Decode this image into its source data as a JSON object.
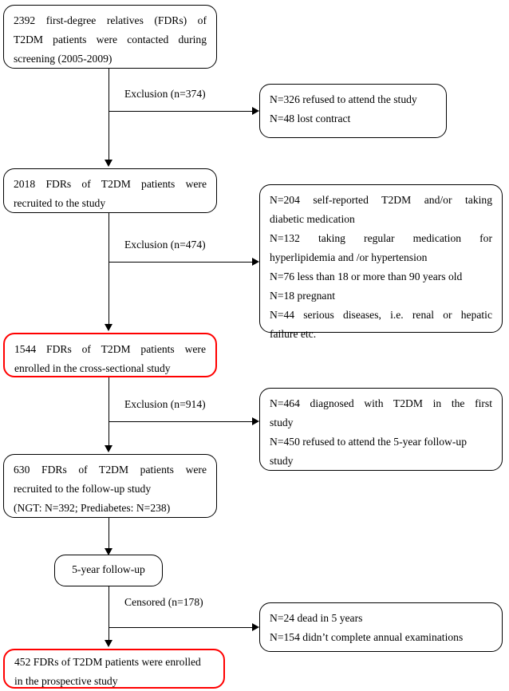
{
  "diagram": {
    "type": "participant-flow-chart",
    "colors": {
      "stroke": "#000000",
      "highlight": "#ff0000",
      "background": "#ffffff"
    },
    "nodes": {
      "screened": {
        "lines": [
          "2392 first-degree relatives (FDRs) of",
          "T2DM patients were contacted during",
          "screening (2005-2009)"
        ],
        "count": 2392,
        "highlighted": false
      },
      "excluded_1": {
        "lines": [
          "N=326 refused to attend the study",
          "N=48 lost contract"
        ],
        "highlighted": false
      },
      "recruited": {
        "lines": [
          "2018 FDRs of T2DM patients were",
          "recruited to the study"
        ],
        "count": 2018,
        "highlighted": false
      },
      "excluded_2": {
        "lines": [
          "N=204 self-reported T2DM and/or taking",
          "diabetic medication",
          "N=132 taking regular medication for",
          "hyperlipidemia and /or hypertension",
          "N=76 less than 18 or more than 90 years old",
          "N=18 pregnant",
          "N=44 serious diseases, i.e. renal or hepatic",
          "failure etc."
        ],
        "highlighted": false
      },
      "cross_sectional": {
        "lines": [
          "1544 FDRs of T2DM patients were",
          "enrolled in the cross-sectional study"
        ],
        "count": 1544,
        "highlighted": true
      },
      "excluded_3": {
        "lines": [
          "N=464 diagnosed with T2DM in the first",
          "study",
          "N=450 refused to attend the 5-year follow-up",
          "study"
        ],
        "highlighted": false
      },
      "follow_up_recruited": {
        "lines": [
          "630 FDRs of T2DM patients were",
          "recruited to the follow-up study",
          "(NGT: N=392; Prediabetes: N=238)"
        ],
        "count": 630,
        "ngt": 392,
        "prediabetes": 238,
        "highlighted": false
      },
      "follow_up_stage": {
        "lines": [
          "5-year follow-up"
        ],
        "highlighted": false
      },
      "censored_box": {
        "lines": [
          "N=24 dead in 5 years",
          "N=154 didn’t complete annual examinations"
        ],
        "highlighted": false
      },
      "prospective": {
        "lines": [
          "452 FDRs of T2DM patients were enrolled",
          "in the prospective study"
        ],
        "count": 452,
        "highlighted": true
      }
    },
    "edges": {
      "exclusion_1": "Exclusion (n=374)",
      "exclusion_2": "Exclusion (n=474)",
      "exclusion_3": "Exclusion (n=914)",
      "censored": "Censored (n=178)"
    }
  }
}
